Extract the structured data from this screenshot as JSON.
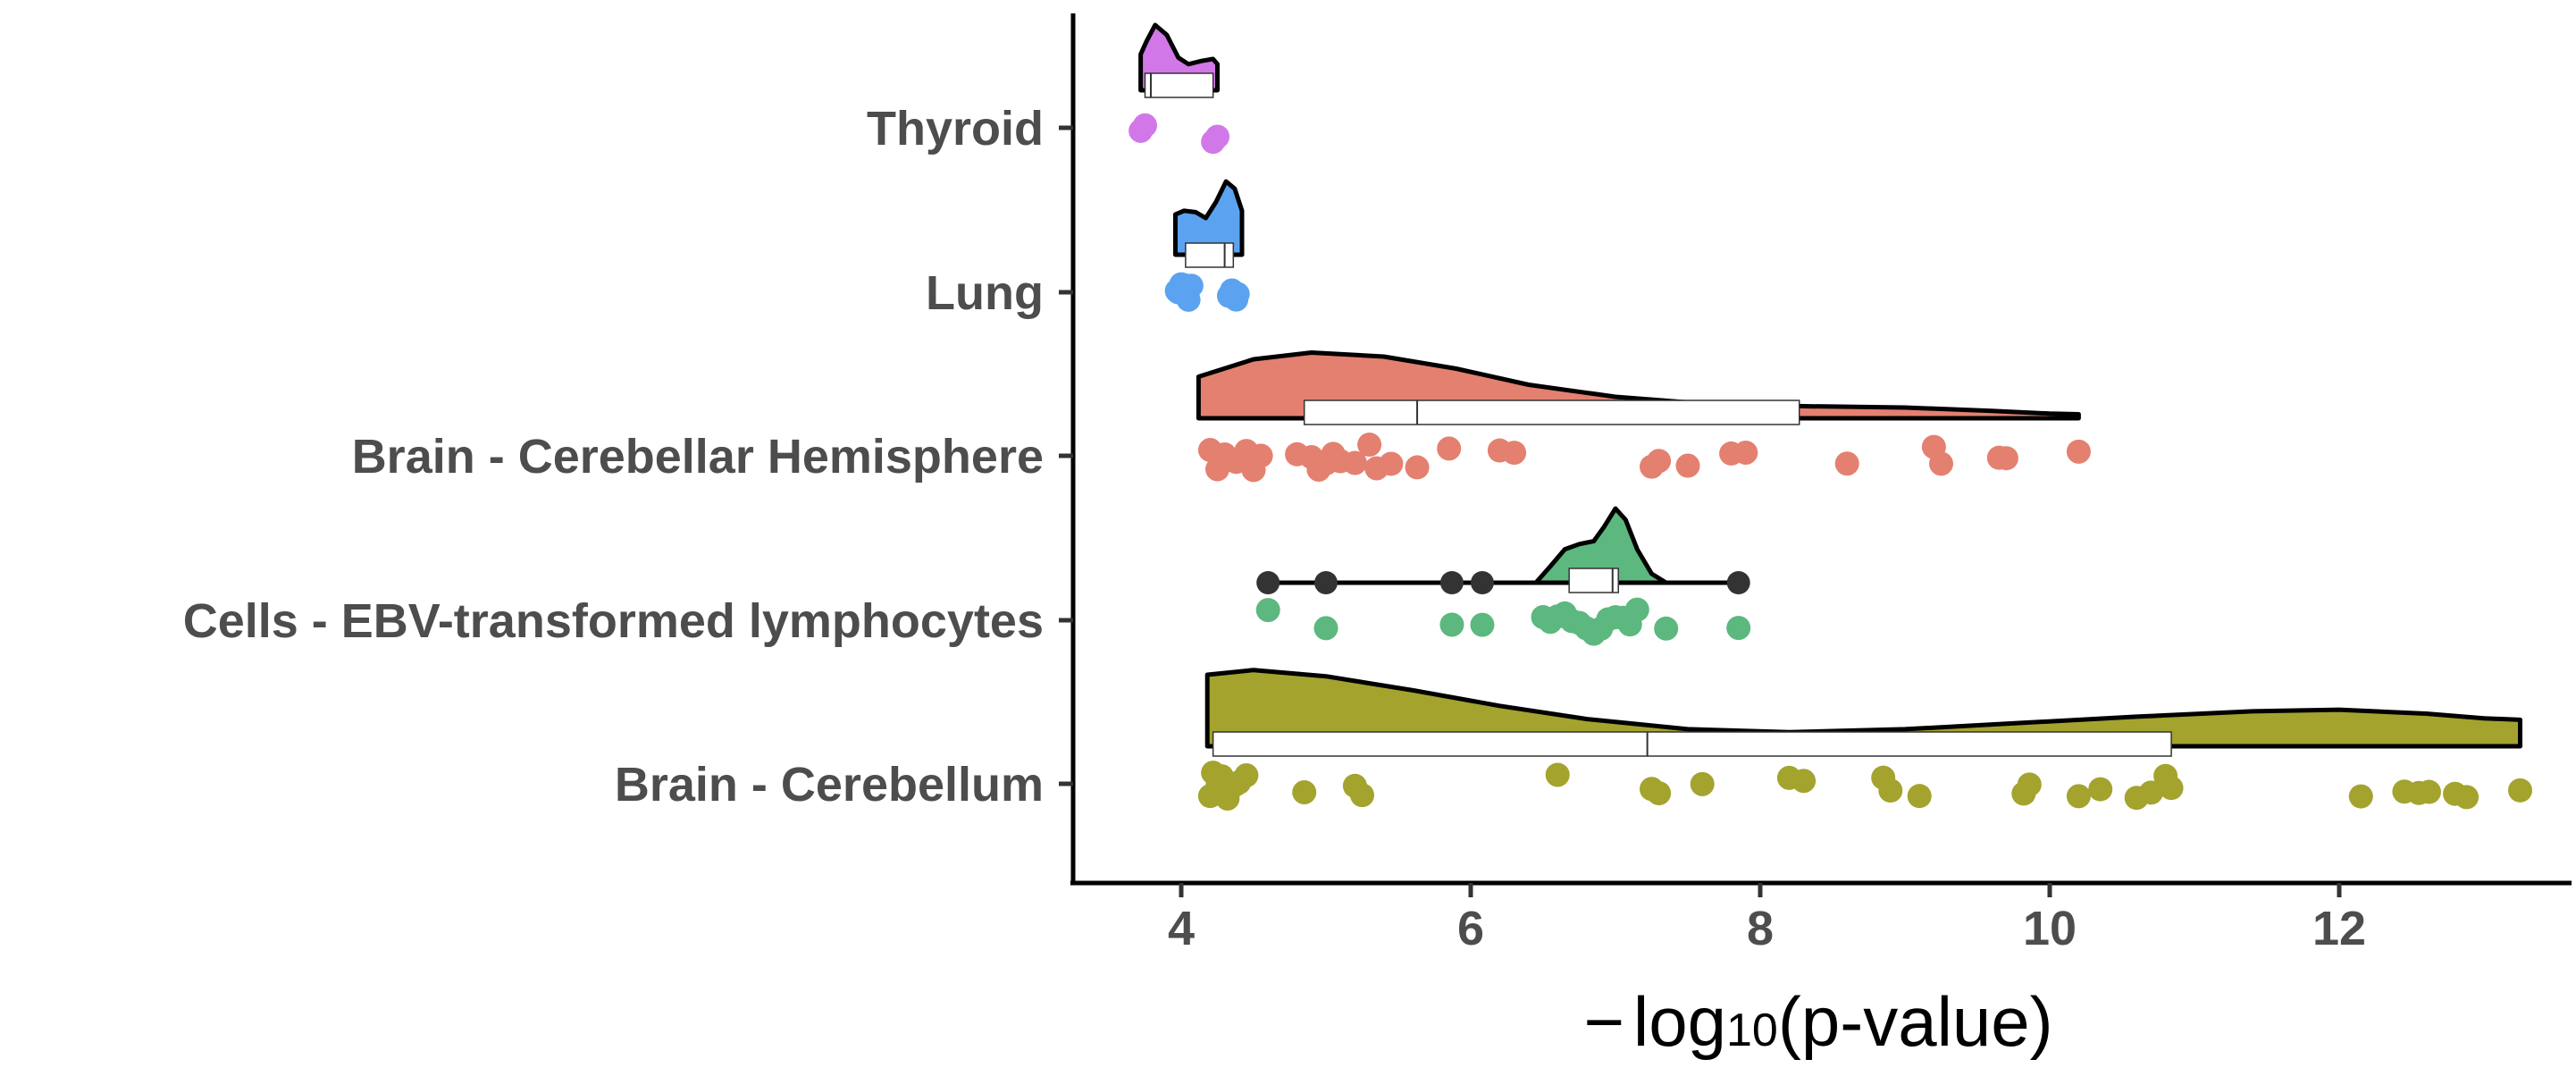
{
  "chart_data": {
    "type": "raincloud",
    "xlabel": "−log10(p-value)",
    "xlabel_parts": {
      "minus": "−",
      "log": "log",
      "base": "10",
      "arg": "(p-value)"
    },
    "xlim": [
      3.3,
      13.5
    ],
    "xticks": [
      4,
      6,
      8,
      10,
      12
    ],
    "grid": false,
    "legend": "none",
    "categories": [
      {
        "name": "Thyroid",
        "color": "#D277E8",
        "box": {
          "q1": 3.75,
          "median": 3.79,
          "q3": 4.22
        },
        "density": [
          [
            3.72,
            0
          ],
          [
            3.72,
            0.55
          ],
          [
            3.76,
            0.75
          ],
          [
            3.82,
            1.0
          ],
          [
            3.9,
            0.85
          ],
          [
            3.98,
            0.5
          ],
          [
            4.05,
            0.4
          ],
          [
            4.14,
            0.45
          ],
          [
            4.22,
            0.48
          ],
          [
            4.25,
            0.4
          ],
          [
            4.25,
            0
          ]
        ],
        "points": [
          3.72,
          3.75,
          4.22,
          4.25
        ],
        "outliers": []
      },
      {
        "name": "Lung",
        "color": "#5BA3F0",
        "box": {
          "q1": 4.03,
          "median": 4.3,
          "q3": 4.36
        },
        "density": [
          [
            3.96,
            0
          ],
          [
            3.96,
            0.55
          ],
          [
            4.02,
            0.6
          ],
          [
            4.1,
            0.58
          ],
          [
            4.17,
            0.5
          ],
          [
            4.24,
            0.72
          ],
          [
            4.31,
            1.0
          ],
          [
            4.37,
            0.9
          ],
          [
            4.42,
            0.6
          ],
          [
            4.42,
            0
          ]
        ],
        "points": [
          3.97,
          4.0,
          4.02,
          4.05,
          4.07,
          3.98,
          4.33,
          4.36,
          4.39,
          4.35,
          4.38
        ],
        "outliers": []
      },
      {
        "name": "Brain - Cerebellar Hemisphere",
        "color": "#E48070",
        "box": {
          "q1": 4.85,
          "median": 5.63,
          "q3": 8.27
        },
        "density": [
          [
            4.12,
            0
          ],
          [
            4.12,
            0.62
          ],
          [
            4.5,
            0.88
          ],
          [
            4.9,
            0.98
          ],
          [
            5.4,
            0.92
          ],
          [
            5.9,
            0.74
          ],
          [
            6.4,
            0.5
          ],
          [
            7.0,
            0.32
          ],
          [
            7.6,
            0.22
          ],
          [
            8.3,
            0.18
          ],
          [
            9.0,
            0.16
          ],
          [
            9.6,
            0.11
          ],
          [
            10.0,
            0.07
          ],
          [
            10.2,
            0.06
          ],
          [
            10.2,
            0
          ]
        ],
        "points": [
          4.2,
          4.25,
          4.3,
          4.38,
          4.45,
          4.5,
          4.55,
          4.8,
          4.9,
          4.95,
          5.0,
          5.05,
          5.1,
          5.2,
          5.3,
          5.35,
          5.45,
          5.63,
          5.85,
          6.2,
          6.3,
          7.25,
          7.3,
          7.5,
          7.8,
          7.9,
          8.6,
          9.2,
          9.25,
          9.65,
          9.7,
          10.2
        ],
        "outliers": []
      },
      {
        "name": "Cells - EBV-transformed lymphocytes",
        "color": "#5CB87E",
        "box": {
          "q1": 6.68,
          "median": 6.98,
          "q3": 7.02
        },
        "density": [
          [
            6.45,
            0
          ],
          [
            6.55,
            0.22
          ],
          [
            6.65,
            0.45
          ],
          [
            6.75,
            0.52
          ],
          [
            6.85,
            0.56
          ],
          [
            6.92,
            0.75
          ],
          [
            7.0,
            1.0
          ],
          [
            7.07,
            0.85
          ],
          [
            7.15,
            0.45
          ],
          [
            7.25,
            0.12
          ],
          [
            7.35,
            0
          ]
        ],
        "whisker": [
          4.6,
          7.85
        ],
        "points": [
          4.6,
          5.0,
          5.87,
          6.08,
          6.5,
          6.55,
          6.6,
          6.65,
          6.7,
          6.75,
          6.8,
          6.85,
          6.9,
          6.95,
          7.0,
          7.05,
          7.1,
          7.15,
          7.35,
          7.85
        ],
        "outliers": [
          4.6,
          5.0,
          5.87,
          6.08,
          7.85
        ]
      },
      {
        "name": "Brain - Cerebellum",
        "color": "#A3A32E",
        "box": {
          "q1": 4.22,
          "median": 7.22,
          "q3": 10.84
        },
        "density": [
          [
            4.18,
            0
          ],
          [
            4.18,
            0.92
          ],
          [
            4.5,
            0.98
          ],
          [
            5.0,
            0.9
          ],
          [
            5.6,
            0.72
          ],
          [
            6.2,
            0.52
          ],
          [
            6.8,
            0.35
          ],
          [
            7.5,
            0.22
          ],
          [
            8.2,
            0.18
          ],
          [
            9.0,
            0.22
          ],
          [
            9.8,
            0.3
          ],
          [
            10.6,
            0.38
          ],
          [
            11.4,
            0.45
          ],
          [
            12.0,
            0.47
          ],
          [
            12.6,
            0.42
          ],
          [
            13.0,
            0.36
          ],
          [
            13.25,
            0.34
          ],
          [
            13.25,
            0
          ]
        ],
        "points": [
          4.2,
          4.25,
          4.3,
          4.35,
          4.4,
          4.22,
          4.28,
          4.32,
          4.38,
          4.45,
          4.85,
          5.2,
          5.25,
          6.6,
          7.25,
          7.3,
          7.6,
          8.2,
          8.3,
          8.85,
          8.9,
          9.1,
          9.82,
          9.86,
          10.2,
          10.35,
          10.6,
          10.7,
          10.8,
          10.84,
          12.15,
          12.45,
          12.55,
          12.62,
          12.8,
          12.88,
          13.25
        ],
        "outliers": []
      }
    ]
  }
}
